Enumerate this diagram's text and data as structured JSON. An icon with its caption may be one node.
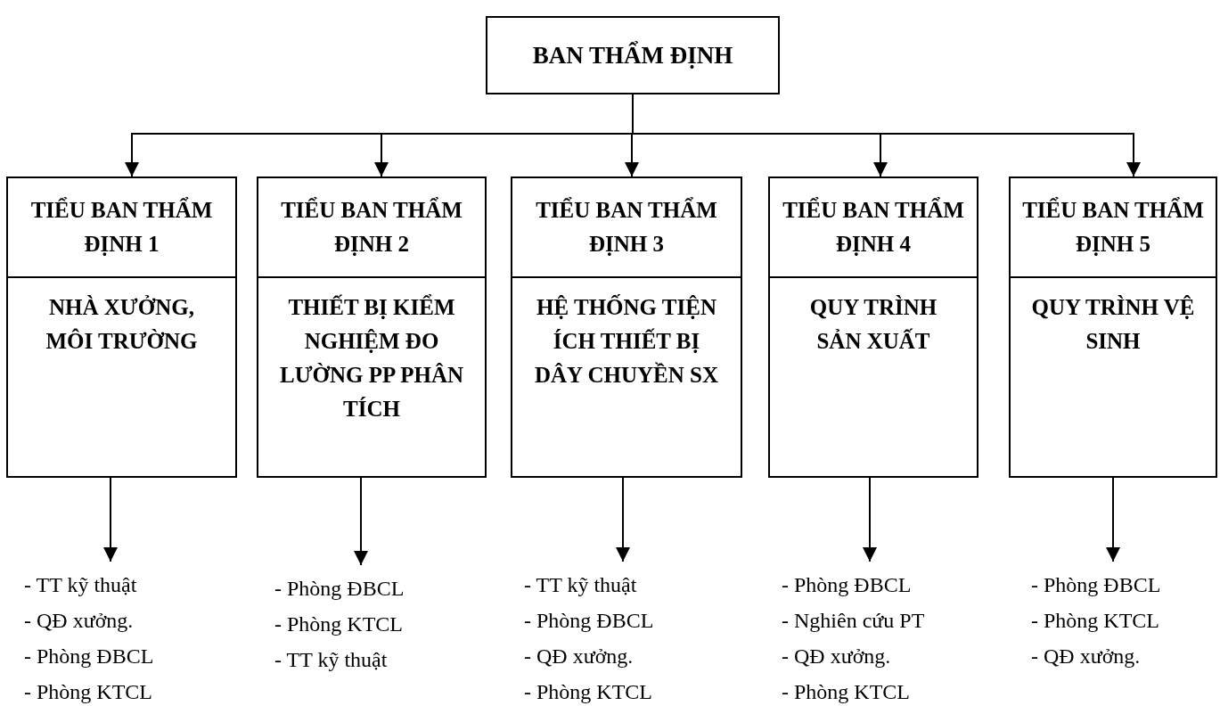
{
  "diagram": {
    "nodes": [
      {
        "text": [
          "BAN THẨM ĐỊNH"
        ]
      },
      {
        "text": [
          "TIỂU BAN THẨM ĐỊNH 1",
          "NHÀ XƯỞNG, MÔI TRƯỜNG"
        ]
      },
      {
        "text": [
          "TIỂU BAN THẨM ĐỊNH 2",
          "THIẾT BỊ KIỂM NGHIỆM ĐO LƯỜNG PP PHÂN TÍCH"
        ]
      },
      {
        "text": [
          "TIỂU BAN THẨM ĐỊNH 3",
          "HỆ THỐNG TIỆN ÍCH THIẾT BỊ DÂY CHUYỀN SX"
        ]
      },
      {
        "text": [
          "TIỂU BAN THẨM ĐỊNH 4",
          "QUY TRÌNH SẢN XUẤT"
        ]
      },
      {
        "text": [
          "TIỂU BAN THẨM ĐỊNH 5",
          "QUY TRÌNH VỆ SINH"
        ]
      },
      {
        "text": [
          "- TT kỹ thuật",
          "- QĐ xưởng.",
          "- Phòng ĐBCL",
          "- Phòng KTCL"
        ]
      },
      {
        "text": [
          "- Phòng ĐBCL",
          "- Phòng KTCL",
          "- TT kỹ thuật"
        ]
      },
      {
        "text": [
          "- TT kỹ thuật",
          "- Phòng ĐBCL",
          "- QĐ xưởng.",
          "- Phòng KTCL"
        ]
      },
      {
        "text": [
          "- Phòng ĐBCL",
          "- Nghiên cứu PT",
          "- QĐ xưởng.",
          "- Phòng KTCL"
        ]
      },
      {
        "text": [
          "- Phòng ĐBCL",
          "- Phòng KTCL",
          "- QĐ xưởng."
        ]
      }
    ],
    "edges": [
      {
        "from": 0,
        "to": 1,
        "arrow": "to"
      },
      {
        "from": 0,
        "to": 2,
        "arrow": "to"
      },
      {
        "from": 0,
        "to": 3,
        "arrow": "to"
      },
      {
        "from": 0,
        "to": 4,
        "arrow": "to"
      },
      {
        "from": 0,
        "to": 5,
        "arrow": "to"
      },
      {
        "from": 1,
        "to": 6,
        "arrow": "to"
      },
      {
        "from": 2,
        "to": 7,
        "arrow": "to"
      },
      {
        "from": 3,
        "to": 8,
        "arrow": "to"
      },
      {
        "from": 4,
        "to": 9,
        "arrow": "to"
      },
      {
        "from": 5,
        "to": 10,
        "arrow": "to"
      }
    ]
  }
}
